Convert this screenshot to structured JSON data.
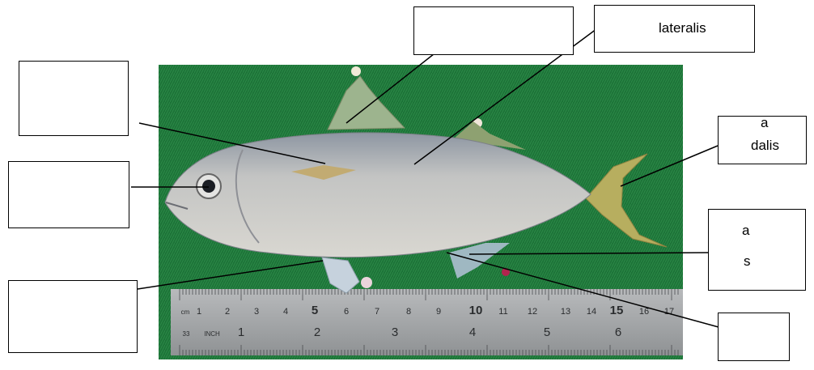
{
  "labels": [
    {
      "id": "box-first-dorsal-fin",
      "text": ""
    },
    {
      "id": "box-linea-lateralis",
      "text": "lateralis"
    },
    {
      "id": "box-upper-left",
      "text": ""
    },
    {
      "id": "box-eye",
      "text": ""
    },
    {
      "id": "box-pinna-caudalis",
      "line1": "a",
      "line2": "dalis"
    },
    {
      "id": "box-pinna-analis",
      "line1": "a",
      "line2": "s"
    },
    {
      "id": "box-pelvic-fin",
      "text": ""
    },
    {
      "id": "box-anus",
      "text": ""
    }
  ],
  "ruler": {
    "top_numbers": [
      "cm",
      "1",
      "2",
      "3",
      "4",
      "5",
      "6",
      "7",
      "8",
      "9",
      "10",
      "11",
      "12",
      "13",
      "14",
      "15",
      "16",
      "17"
    ],
    "bottom_numbers": [
      "33",
      "INCH",
      "1",
      "2",
      "3",
      "4",
      "5",
      "6"
    ]
  },
  "colors": {
    "grass": "#1f7a3c",
    "fish_body": "#c9c8c4",
    "fish_back": "#9aa0a8",
    "fin": "#b8b070",
    "ruler": "#a7a9ab",
    "line": "#000000"
  }
}
